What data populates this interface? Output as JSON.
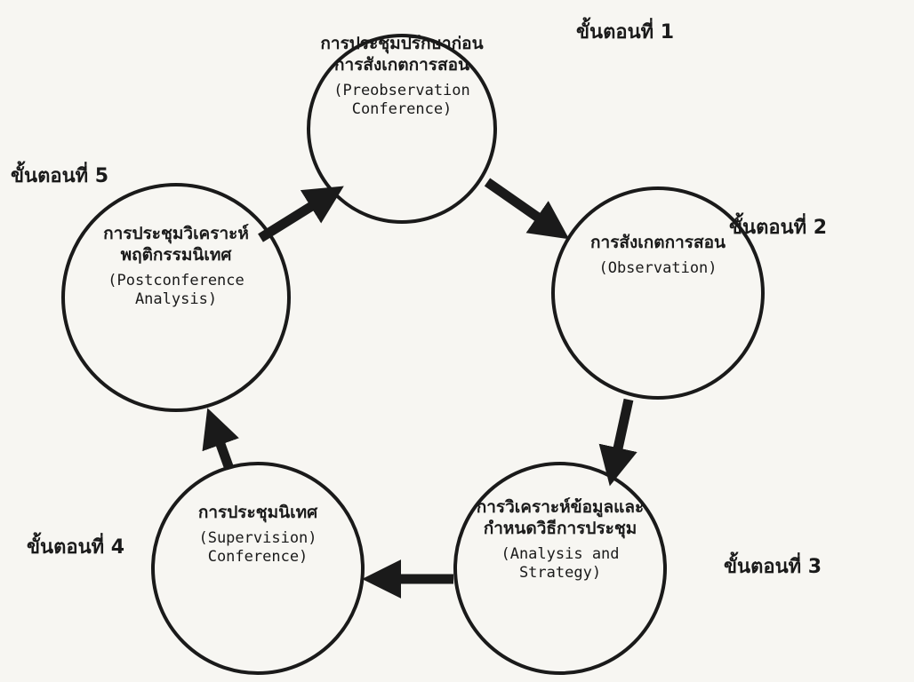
{
  "diagram": {
    "stages": [
      {
        "label": "ขั้นตอนที่ 1",
        "thai": "การประชุมปรึกษาก่อนการสังเกตการสอน",
        "english": "(Preobservation Conference)"
      },
      {
        "label": "ขั้นตอนที่ 2",
        "thai": "การสังเกตการสอน",
        "english": "(Observation)"
      },
      {
        "label": "ขั้นตอนที่ 3",
        "thai": "การวิเคราะห์ข้อมูลและกำหนดวิธีการประชุม",
        "english": "(Analysis and Strategy)"
      },
      {
        "label": "ขั้นตอนที่ 4",
        "thai": "การประชุมนิเทศ",
        "english": "(Supervision) Conference)"
      },
      {
        "label": "ขั้นตอนที่ 5",
        "thai": "การประชุมวิเคราะห์พฤติกรรมนิเทศ",
        "english": "(Postconference Analysis)"
      }
    ]
  }
}
